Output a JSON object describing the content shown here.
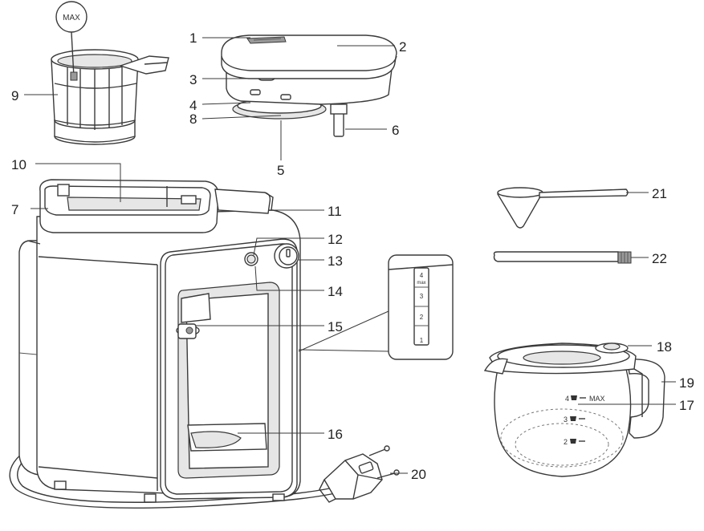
{
  "figure": "Coffee maker parts diagram",
  "callouts": [
    "1",
    "2",
    "3",
    "4",
    "5",
    "6",
    "7",
    "8",
    "9",
    "10",
    "11",
    "12",
    "13",
    "14",
    "15",
    "16",
    "17",
    "18",
    "19",
    "20",
    "21",
    "22"
  ],
  "filter_tag": "MAX",
  "water_gauge": {
    "marks": [
      "4",
      "max",
      "3",
      "2",
      "1"
    ]
  },
  "carafe_marks": {
    "level_4": "4",
    "max": "MAX",
    "level_3": "3",
    "level_2": "2"
  }
}
